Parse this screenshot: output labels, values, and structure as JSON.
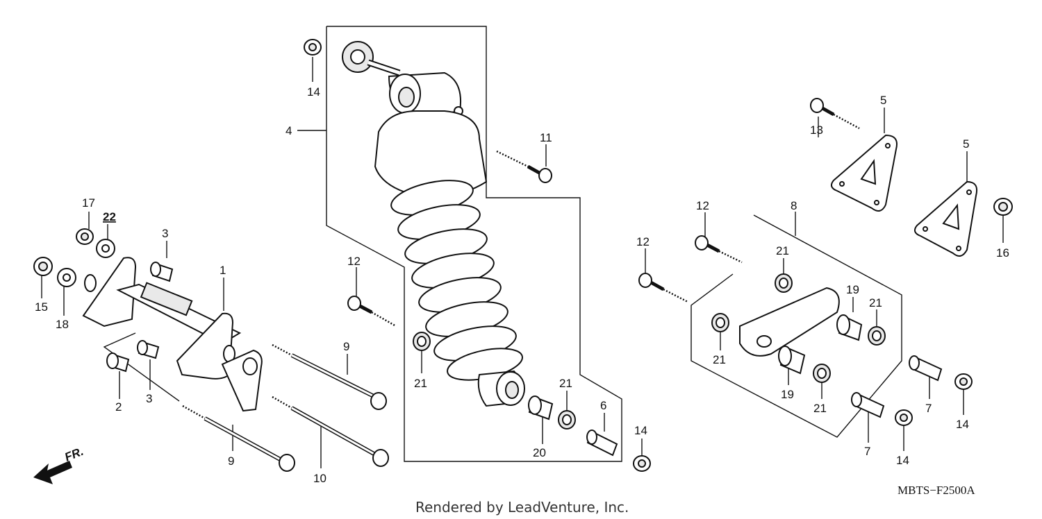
{
  "diagram": {
    "code": "MBTS−F2500A",
    "credit": "Rendered by LeadVenture, Inc.",
    "front_marker": "FR.",
    "labels": {
      "p1": "1",
      "p2": "2",
      "p3a": "3",
      "p3b": "3",
      "p4": "4",
      "p5a": "5",
      "p5b": "5",
      "p6": "6",
      "p7a": "7",
      "p7b": "7",
      "p8": "8",
      "p9a": "9",
      "p9b": "9",
      "p10": "10",
      "p11": "11",
      "p12a": "12",
      "p12b": "12",
      "p12c": "12",
      "p13": "13",
      "p14a": "14",
      "p14b": "14",
      "p14c": "14",
      "p14d": "14",
      "p15": "15",
      "p16": "16",
      "p17": "17",
      "p18": "18",
      "p19a": "19",
      "p19b": "19",
      "p20": "20",
      "p21a": "21",
      "p21b": "21",
      "p21c": "21",
      "p21d": "21",
      "p21e": "21",
      "p21f": "21",
      "p22": "22"
    }
  }
}
